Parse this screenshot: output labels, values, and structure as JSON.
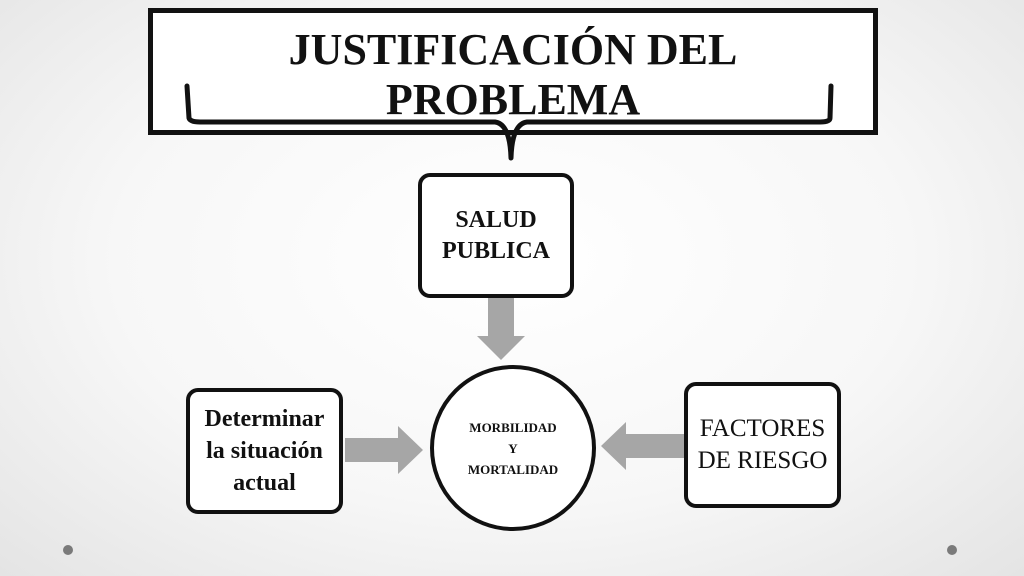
{
  "title": "JUSTIFICACIÓN DEL\nPROBLEMA",
  "nodes": {
    "salud_publica": "SALUD\nPUBLICA",
    "center": "MORBILIDAD\nY\nMORTALIDAD",
    "determinar": "Determinar\nla situación\nactual",
    "factores": "FACTORES\nDE RIESGO"
  },
  "colors": {
    "border": "#111111",
    "arrow": "#a6a6a6",
    "background": "#f4f4f4",
    "dot": "#7a7a7a"
  }
}
